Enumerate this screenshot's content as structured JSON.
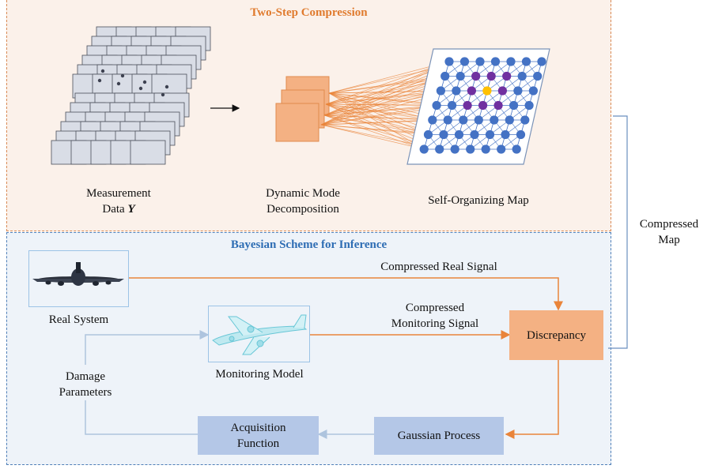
{
  "top_panel": {
    "title": "Two-Step Compression",
    "measurement_label_line1": "Measurement",
    "measurement_label_line2": "Data",
    "measurement_symbol": "Y",
    "dmd_label_line1": "Dynamic  Mode",
    "dmd_label_line2": "Decomposition",
    "som_label": "Self-Organizing  Map"
  },
  "bottom_panel": {
    "title": "Bayesian Scheme for Inference",
    "real_system_label": "Real System",
    "monitoring_model_label": "Monitoring Model",
    "compressed_real_signal": "Compressed  Real Signal",
    "compressed_monitoring_line1": "Compressed",
    "compressed_monitoring_line2": "Monitoring Signal",
    "discrepancy": "Discrepancy",
    "gaussian_process": "Gaussian Process",
    "acquisition_line1": "Acquisition",
    "acquisition_line2": "Function",
    "damage_line1": "Damage",
    "damage_line2": "Parameters"
  },
  "side": {
    "compressed_map_line1": "Compressed",
    "compressed_map_line2": "Map"
  },
  "colors": {
    "orange": "#e9843a",
    "orange_box": "#f4b183",
    "blue_box": "#b4c7e7",
    "node_blue": "#4472c4",
    "node_purple": "#7030a0",
    "node_yellow": "#ffc000"
  }
}
